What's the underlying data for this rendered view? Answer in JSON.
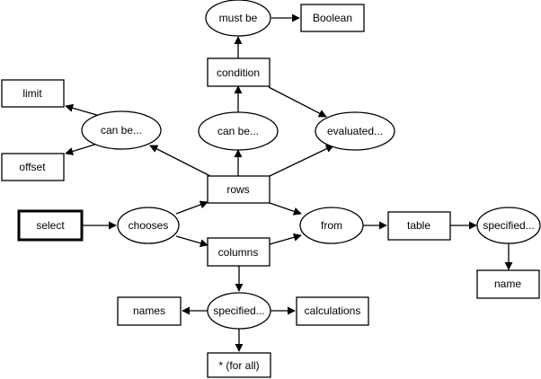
{
  "nodes": {
    "select": "select",
    "chooses": "chooses",
    "rows": "rows",
    "columns": "columns",
    "can_be_rows": "can be...",
    "can_be_left": "can be...",
    "evaluated": "evaluated...",
    "condition": "condition",
    "must_be": "must be",
    "boolean": "Boolean",
    "limit": "limit",
    "offset": "offset",
    "from": "from",
    "table": "table",
    "specified_table": "specified...",
    "name": "name",
    "specified_columns": "specified...",
    "names": "names",
    "calculations": "calculations",
    "for_all": "* (for all)"
  }
}
